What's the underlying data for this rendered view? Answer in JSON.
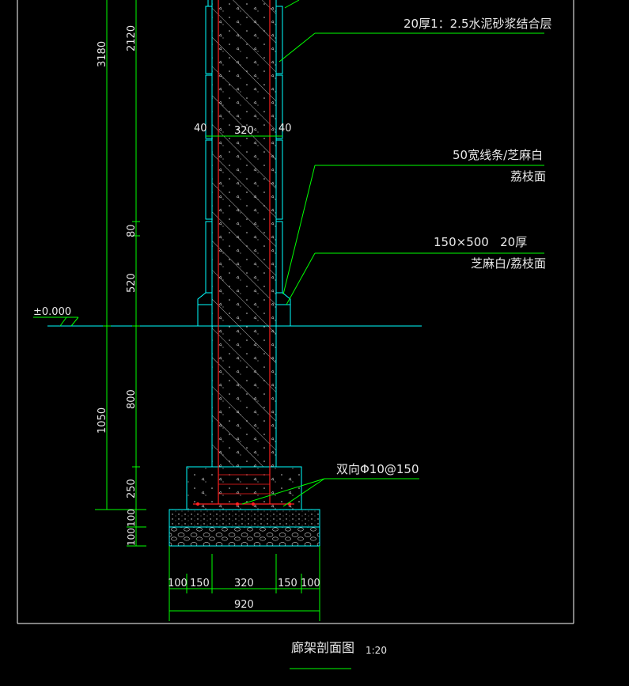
{
  "drawing": {
    "title": "廊架剖面图",
    "scale": "1:20"
  },
  "callouts": {
    "mortar": "20厚1：2.5水泥砂浆结合层",
    "line_strip_1": "50宽线条/芝麻白",
    "line_strip_2": "荔枝面",
    "cladding_1": "150×500   20厚",
    "cladding_2": "芝麻白/荔枝面",
    "rebar": "双向Φ10@150"
  },
  "elevation": {
    "label": "±0.000"
  },
  "dims": {
    "outer_upper": "3180",
    "outer_lower": "1050",
    "inner_2120": "2120",
    "inner_80": "80",
    "inner_520": "520",
    "inner_800": "800",
    "inner_250": "250",
    "inner_100a": "100",
    "inner_100b": "100",
    "col_40_left": "40",
    "col_320": "320",
    "col_40_right": "40",
    "bot_100_left": "100",
    "bot_150_left": "150",
    "bot_320": "320",
    "bot_150_right": "150",
    "bot_100_right": "100",
    "bot_total": "920"
  },
  "colors": {
    "background": "#000000",
    "dimension": "#00FF00",
    "outline": "#00FFFF",
    "rebar": "#FF2020",
    "hatch": "#FFFFFF",
    "frame": "#FFFFFF"
  }
}
